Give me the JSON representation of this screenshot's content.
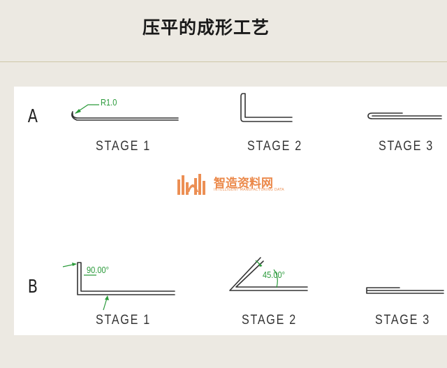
{
  "header": {
    "title": "压平的成形工艺"
  },
  "rows": [
    {
      "label": "A",
      "stages": [
        "STAGE 1",
        "STAGE 2",
        "STAGE 3"
      ],
      "dimension": "R1.0"
    },
    {
      "label": "B",
      "stages": [
        "STAGE 1",
        "STAGE 2",
        "STAGE 3"
      ],
      "dimensions": [
        "90.00°",
        "45.00°"
      ]
    }
  ],
  "watermark": {
    "text": "智造资料网",
    "subtext": "INTELLIGENT MANUFACTURING DATA"
  },
  "colors": {
    "background": "#ece9e2",
    "panel": "#ffffff",
    "line": "#333333",
    "dimension": "#2a9a3a",
    "watermark": "#e8742a"
  }
}
